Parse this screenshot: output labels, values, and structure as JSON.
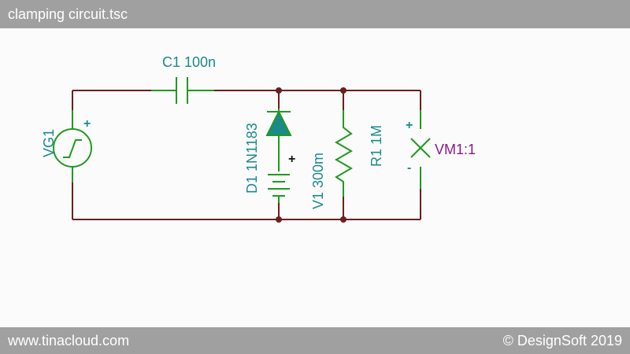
{
  "window": {
    "title": "clamping circuit.tsc"
  },
  "footer": {
    "left_text": "www.tinacloud.com",
    "right_text": "© DesignSoft 2019"
  },
  "colors": {
    "wire": "#6b1f1f",
    "component": "#1f9a1f",
    "label": "#1a8a8a",
    "meter_label": "#8a1a8a",
    "bar": "#a0a0a0"
  },
  "components": {
    "vg1": {
      "label": "VG1",
      "polarity_plus": "+"
    },
    "c1": {
      "label": "C1 100n"
    },
    "d1": {
      "label": "D1 1N1183"
    },
    "v1": {
      "label": "V1 300m",
      "polarity_plus": "+"
    },
    "r1": {
      "label": "R1 1M"
    },
    "vm1": {
      "label": "VM1:1",
      "polarity_plus": "+",
      "polarity_minus": "-"
    }
  }
}
